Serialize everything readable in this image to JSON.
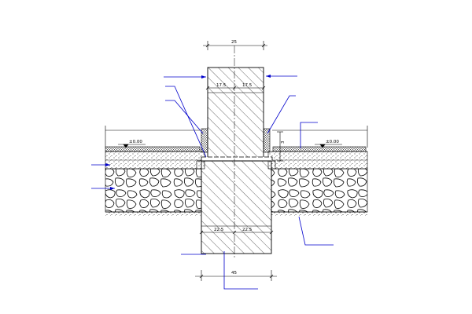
{
  "drawing": {
    "dimensions": {
      "top_width": "25",
      "wall_left_half": "17.5",
      "wall_right_half": "17.5",
      "footing_left_half": "22.5",
      "footing_right_half": "22.5",
      "bottom_width": "45",
      "vertical": "3"
    },
    "levels": {
      "left": "±0.00",
      "right": "±0.00"
    },
    "colors": {
      "line": "#000000",
      "leader": "#0000cc"
    }
  }
}
